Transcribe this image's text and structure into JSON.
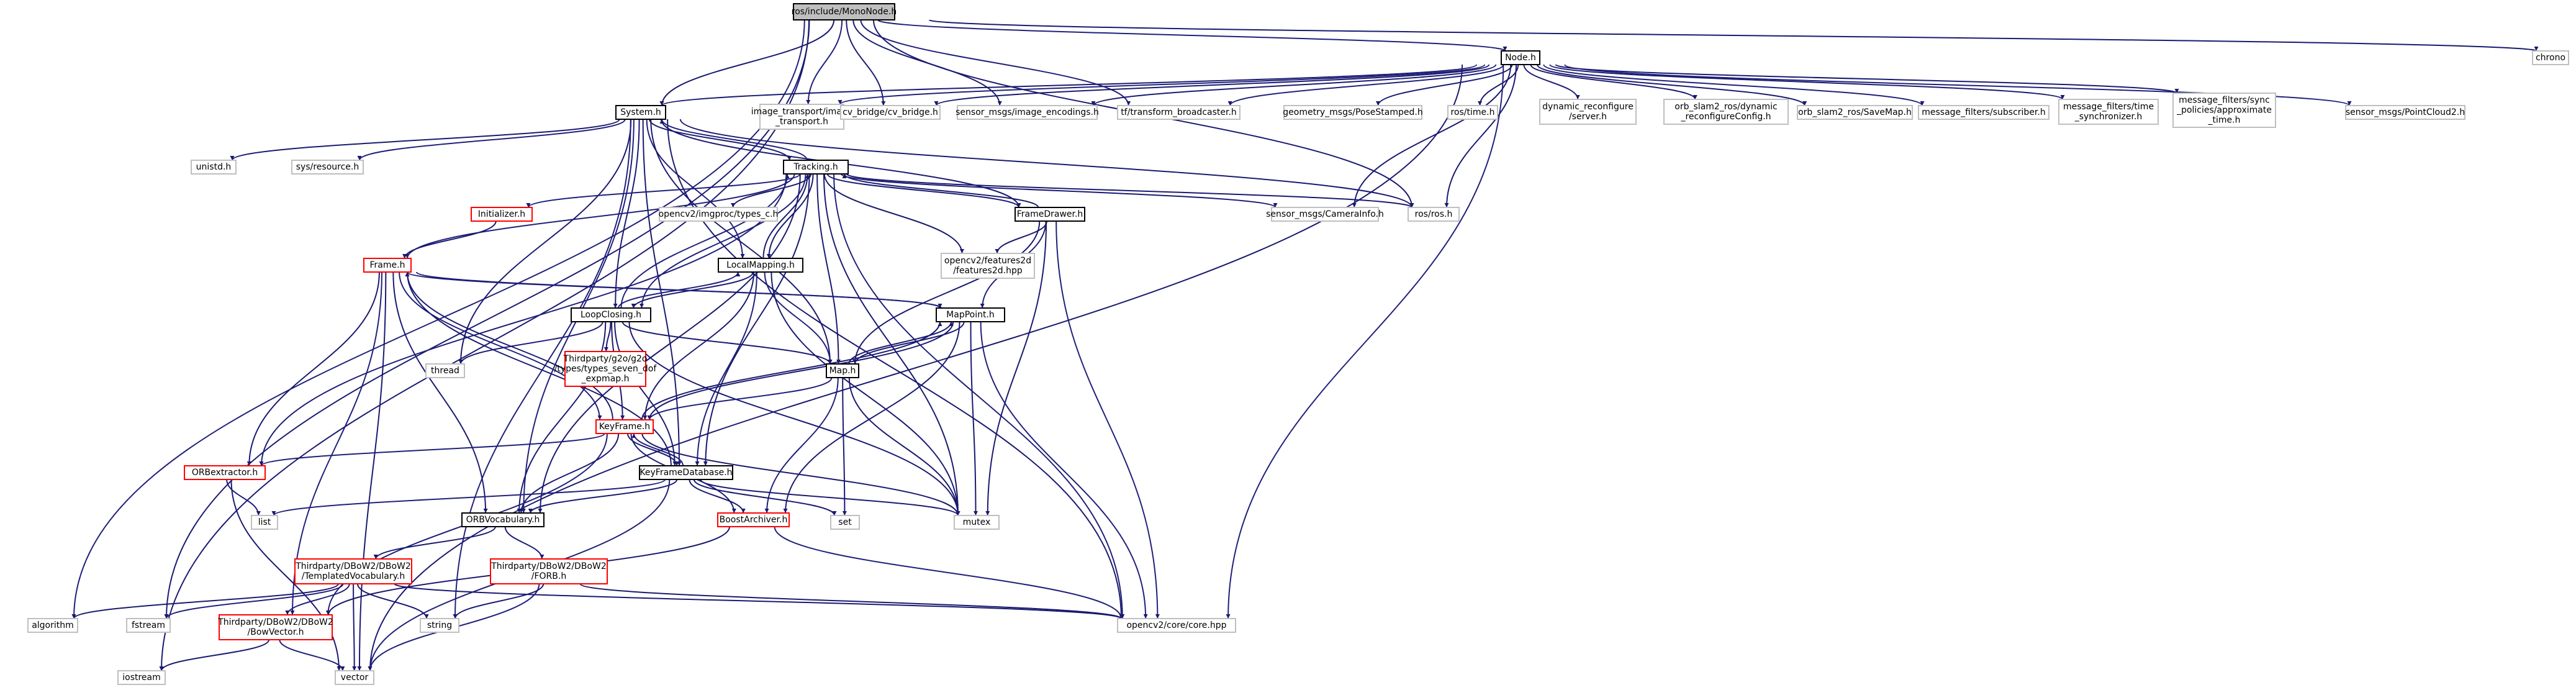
{
  "nodes": [
    {
      "id": "mono",
      "lines": [
        "ros/include/MonoNode.h"
      ],
      "style": "root"
    },
    {
      "id": "node",
      "lines": [
        "Node.h"
      ],
      "style": "core"
    },
    {
      "id": "chrono",
      "lines": [
        "chrono"
      ],
      "style": "ext"
    },
    {
      "id": "system",
      "lines": [
        "System.h"
      ],
      "style": "core"
    },
    {
      "id": "image_transport",
      "lines": [
        "image_transport/image",
        "_transport.h"
      ],
      "style": "ext"
    },
    {
      "id": "cv_bridge",
      "lines": [
        "cv_bridge/cv_bridge.h"
      ],
      "style": "ext"
    },
    {
      "id": "img_enc",
      "lines": [
        "sensor_msgs/image_encodings.h"
      ],
      "style": "ext"
    },
    {
      "id": "tf_bc",
      "lines": [
        "tf/transform_broadcaster.h"
      ],
      "style": "ext"
    },
    {
      "id": "pose",
      "lines": [
        "geometry_msgs/PoseStamped.h"
      ],
      "style": "ext"
    },
    {
      "id": "rostime",
      "lines": [
        "ros/time.h"
      ],
      "style": "ext"
    },
    {
      "id": "dynrec",
      "lines": [
        "dynamic_reconfigure",
        "/server.h"
      ],
      "style": "ext"
    },
    {
      "id": "orbdyn",
      "lines": [
        "orb_slam2_ros/dynamic",
        "_reconfigureConfig.h"
      ],
      "style": "ext"
    },
    {
      "id": "savemap",
      "lines": [
        "orb_slam2_ros/SaveMap.h"
      ],
      "style": "ext"
    },
    {
      "id": "msub",
      "lines": [
        "message_filters/subscriber.h"
      ],
      "style": "ext"
    },
    {
      "id": "msync",
      "lines": [
        "message_filters/time",
        "_synchronizer.h"
      ],
      "style": "ext"
    },
    {
      "id": "mapprox",
      "lines": [
        "message_filters/sync",
        "_policies/approximate",
        "_time.h"
      ],
      "style": "ext"
    },
    {
      "id": "pc2",
      "lines": [
        "sensor_msgs/PointCloud2.h"
      ],
      "style": "ext"
    },
    {
      "id": "unistd",
      "lines": [
        "unistd.h"
      ],
      "style": "ext"
    },
    {
      "id": "sysres",
      "lines": [
        "sys/resource.h"
      ],
      "style": "ext"
    },
    {
      "id": "tracking",
      "lines": [
        "Tracking.h"
      ],
      "style": "core"
    },
    {
      "id": "caminfo",
      "lines": [
        "sensor_msgs/CameraInfo.h"
      ],
      "style": "ext"
    },
    {
      "id": "rosros",
      "lines": [
        "ros/ros.h"
      ],
      "style": "ext"
    },
    {
      "id": "initializer",
      "lines": [
        "Initializer.h"
      ],
      "style": "red"
    },
    {
      "id": "imgproc",
      "lines": [
        "opencv2/imgproc/types_c.h"
      ],
      "style": "ext"
    },
    {
      "id": "framedrawer",
      "lines": [
        "FrameDrawer.h"
      ],
      "style": "core"
    },
    {
      "id": "frame",
      "lines": [
        "Frame.h"
      ],
      "style": "red"
    },
    {
      "id": "localmapping",
      "lines": [
        "LocalMapping.h"
      ],
      "style": "core"
    },
    {
      "id": "features2d",
      "lines": [
        "opencv2/features2d",
        "/features2d.hpp"
      ],
      "style": "ext"
    },
    {
      "id": "loopclosing",
      "lines": [
        "LoopClosing.h"
      ],
      "style": "core"
    },
    {
      "id": "mappoint",
      "lines": [
        "MapPoint.h"
      ],
      "style": "core"
    },
    {
      "id": "thread",
      "lines": [
        "thread"
      ],
      "style": "ext"
    },
    {
      "id": "map",
      "lines": [
        "Map.h"
      ],
      "style": "core"
    },
    {
      "id": "sevendof",
      "lines": [
        "Thirdparty/g2o/g2o",
        "/types/types_seven_dof",
        "_expmap.h"
      ],
      "style": "red"
    },
    {
      "id": "keyframe",
      "lines": [
        "KeyFrame.h"
      ],
      "style": "red"
    },
    {
      "id": "orbextractor",
      "lines": [
        "ORBextractor.h"
      ],
      "style": "red"
    },
    {
      "id": "kfdb",
      "lines": [
        "KeyFrameDatabase.h"
      ],
      "style": "core"
    },
    {
      "id": "list",
      "lines": [
        "list"
      ],
      "style": "ext"
    },
    {
      "id": "orbvocab",
      "lines": [
        "ORBVocabulary.h"
      ],
      "style": "core"
    },
    {
      "id": "boostarch",
      "lines": [
        "BoostArchiver.h"
      ],
      "style": "red"
    },
    {
      "id": "set",
      "lines": [
        "set"
      ],
      "style": "ext"
    },
    {
      "id": "mutex",
      "lines": [
        "mutex"
      ],
      "style": "ext"
    },
    {
      "id": "templvocab",
      "lines": [
        "Thirdparty/DBoW2/DBoW2",
        "/TemplatedVocabulary.h"
      ],
      "style": "red"
    },
    {
      "id": "forb",
      "lines": [
        "Thirdparty/DBoW2/DBoW2",
        "/FORB.h"
      ],
      "style": "red"
    },
    {
      "id": "algorithm",
      "lines": [
        "algorithm"
      ],
      "style": "ext"
    },
    {
      "id": "fstream",
      "lines": [
        "fstream"
      ],
      "style": "ext"
    },
    {
      "id": "bowvector",
      "lines": [
        "Thirdparty/DBoW2/DBoW2",
        "/BowVector.h"
      ],
      "style": "red"
    },
    {
      "id": "string",
      "lines": [
        "string"
      ],
      "style": "ext"
    },
    {
      "id": "opencvcore",
      "lines": [
        "opencv2/core/core.hpp"
      ],
      "style": "ext"
    },
    {
      "id": "iostream",
      "lines": [
        "iostream"
      ],
      "style": "ext"
    },
    {
      "id": "vector",
      "lines": [
        "vector"
      ],
      "style": "ext"
    }
  ],
  "edges": [
    [
      "mono",
      "node"
    ],
    [
      "mono",
      "chrono"
    ],
    [
      "mono",
      "system"
    ],
    [
      "mono",
      "image_transport"
    ],
    [
      "mono",
      "cv_bridge"
    ],
    [
      "mono",
      "img_enc"
    ],
    [
      "mono",
      "tf_bc"
    ],
    [
      "mono",
      "rosros"
    ],
    [
      "mono",
      "fstream"
    ],
    [
      "mono",
      "algorithm"
    ],
    [
      "mono",
      "iostream"
    ],
    [
      "node",
      "system"
    ],
    [
      "node",
      "image_transport"
    ],
    [
      "node",
      "cv_bridge"
    ],
    [
      "node",
      "img_enc"
    ],
    [
      "node",
      "tf_bc"
    ],
    [
      "node",
      "pose"
    ],
    [
      "node",
      "rostime"
    ],
    [
      "node",
      "dynrec"
    ],
    [
      "node",
      "orbdyn"
    ],
    [
      "node",
      "savemap"
    ],
    [
      "node",
      "msub"
    ],
    [
      "node",
      "msync"
    ],
    [
      "node",
      "mapprox"
    ],
    [
      "node",
      "pc2"
    ],
    [
      "node",
      "caminfo"
    ],
    [
      "node",
      "rosros"
    ],
    [
      "node",
      "opencvcore"
    ],
    [
      "node",
      "vector"
    ],
    [
      "system",
      "unistd"
    ],
    [
      "system",
      "sysres"
    ],
    [
      "system",
      "tracking"
    ],
    [
      "system",
      "framedrawer"
    ],
    [
      "system",
      "localmapping"
    ],
    [
      "system",
      "loopclosing"
    ],
    [
      "system",
      "kfdb"
    ],
    [
      "system",
      "orbvocab"
    ],
    [
      "system",
      "map"
    ],
    [
      "system",
      "thread"
    ],
    [
      "system",
      "string"
    ],
    [
      "system",
      "opencvcore"
    ],
    [
      "system",
      "rosros"
    ],
    [
      "tracking",
      "system"
    ],
    [
      "tracking",
      "caminfo"
    ],
    [
      "tracking",
      "rosros"
    ],
    [
      "tracking",
      "initializer"
    ],
    [
      "tracking",
      "imgproc"
    ],
    [
      "tracking",
      "framedrawer"
    ],
    [
      "tracking",
      "frame"
    ],
    [
      "tracking",
      "localmapping"
    ],
    [
      "tracking",
      "features2d"
    ],
    [
      "tracking",
      "loopclosing"
    ],
    [
      "tracking",
      "map"
    ],
    [
      "tracking",
      "orbvocab"
    ],
    [
      "tracking",
      "orbextractor"
    ],
    [
      "tracking",
      "kfdb"
    ],
    [
      "tracking",
      "mutex"
    ],
    [
      "tracking",
      "opencvcore"
    ],
    [
      "framedrawer",
      "tracking"
    ],
    [
      "framedrawer",
      "features2d"
    ],
    [
      "framedrawer",
      "mappoint"
    ],
    [
      "framedrawer",
      "map"
    ],
    [
      "framedrawer",
      "mutex"
    ],
    [
      "framedrawer",
      "opencvcore"
    ],
    [
      "initializer",
      "frame"
    ],
    [
      "frame",
      "mappoint"
    ],
    [
      "frame",
      "keyframe"
    ],
    [
      "frame",
      "orbextractor"
    ],
    [
      "frame",
      "orbvocab"
    ],
    [
      "frame",
      "bowvector"
    ],
    [
      "frame",
      "vector"
    ],
    [
      "localmapping",
      "keyframe"
    ],
    [
      "localmapping",
      "map"
    ],
    [
      "localmapping",
      "loopclosing"
    ],
    [
      "localmapping",
      "tracking"
    ],
    [
      "localmapping",
      "kfdb"
    ],
    [
      "localmapping",
      "mutex"
    ],
    [
      "loopclosing",
      "keyframe"
    ],
    [
      "loopclosing",
      "localmapping"
    ],
    [
      "loopclosing",
      "map"
    ],
    [
      "loopclosing",
      "orbvocab"
    ],
    [
      "loopclosing",
      "tracking"
    ],
    [
      "loopclosing",
      "sevendof"
    ],
    [
      "loopclosing",
      "kfdb"
    ],
    [
      "loopclosing",
      "thread"
    ],
    [
      "loopclosing",
      "mutex"
    ],
    [
      "mappoint",
      "keyframe"
    ],
    [
      "mappoint",
      "frame"
    ],
    [
      "mappoint",
      "map"
    ],
    [
      "mappoint",
      "boostarch"
    ],
    [
      "mappoint",
      "opencvcore"
    ],
    [
      "mappoint",
      "mutex"
    ],
    [
      "map",
      "mappoint"
    ],
    [
      "map",
      "keyframe"
    ],
    [
      "map",
      "set"
    ],
    [
      "map",
      "mutex"
    ],
    [
      "map",
      "boostarch"
    ],
    [
      "keyframe",
      "mappoint"
    ],
    [
      "keyframe",
      "orbvocab"
    ],
    [
      "keyframe",
      "orbextractor"
    ],
    [
      "keyframe",
      "frame"
    ],
    [
      "keyframe",
      "kfdb"
    ],
    [
      "keyframe",
      "bowvector"
    ],
    [
      "keyframe",
      "mutex"
    ],
    [
      "keyframe",
      "boostarch"
    ],
    [
      "kfdb",
      "keyframe"
    ],
    [
      "kfdb",
      "frame"
    ],
    [
      "kfdb",
      "orbvocab"
    ],
    [
      "kfdb",
      "list"
    ],
    [
      "kfdb",
      "set"
    ],
    [
      "kfdb",
      "mutex"
    ],
    [
      "kfdb",
      "vector"
    ],
    [
      "kfdb",
      "boostarch"
    ],
    [
      "orbextractor",
      "vector"
    ],
    [
      "orbextractor",
      "list"
    ],
    [
      "orbvocab",
      "templvocab"
    ],
    [
      "orbvocab",
      "forb"
    ],
    [
      "boostarch",
      "opencvcore"
    ],
    [
      "boostarch",
      "bowvector"
    ],
    [
      "templvocab",
      "algorithm"
    ],
    [
      "templvocab",
      "fstream"
    ],
    [
      "templvocab",
      "vector"
    ],
    [
      "templvocab",
      "string"
    ],
    [
      "templvocab",
      "bowvector"
    ],
    [
      "templvocab",
      "opencvcore"
    ],
    [
      "forb",
      "opencvcore"
    ],
    [
      "forb",
      "vector"
    ],
    [
      "forb",
      "string"
    ],
    [
      "bowvector",
      "iostream"
    ],
    [
      "bowvector",
      "vector"
    ]
  ],
  "colors": {
    "edge_primary": "#191970",
    "edge_secondary": "#1f1f7a",
    "box_ext": "#bfbfbf",
    "box_core": "#000000",
    "box_red": "#ff0000",
    "root_fill": "#bfbfbf"
  }
}
